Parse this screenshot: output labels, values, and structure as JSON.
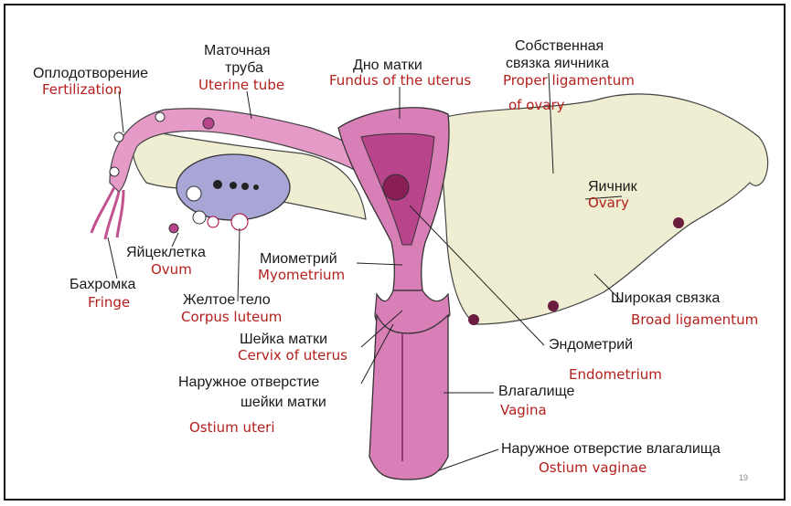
{
  "labels": {
    "fertilization": {
      "ru": "Оплодотворение",
      "en": "Fertilization"
    },
    "uterine_tube": {
      "ru1": "Маточная",
      "ru2": "труба",
      "en": "Uterine tube"
    },
    "fundus": {
      "ru": "Дно матки",
      "en": "Fundus of the uterus"
    },
    "proper_ligament": {
      "ru1": "Собственная",
      "ru2": "связка яичника",
      "en1": "Proper ligamentum",
      "en2": "of ovary"
    },
    "ovary": {
      "ru": "Яичник",
      "en": "Ovary"
    },
    "ovum": {
      "ru": "Яйцеклетка",
      "en": "Ovum"
    },
    "fringe": {
      "ru": "Бахромка",
      "en": "Fringe"
    },
    "myometrium": {
      "ru": "Миометрий",
      "en": "Myometrium"
    },
    "corpus_luteum": {
      "ru": "Желтое тело",
      "en": "Corpus luteum"
    },
    "cervix": {
      "ru": "Шейка матки",
      "en": "Cervix of uterus"
    },
    "broad_ligament": {
      "ru": "Широкая связка",
      "en": "Broad ligamentum"
    },
    "endometrium": {
      "ru": "Эндометрий",
      "en": "Endometrium"
    },
    "ostium_uteri": {
      "ru1": "Наружное отверстие",
      "ru2": "шейки матки",
      "en": "Ostium uteri"
    },
    "vagina": {
      "ru": "Влагалище",
      "en": "Vagina"
    },
    "ostium_vaginae": {
      "ru": "Наружное отверстие влагалища",
      "en": "Ostium vaginae"
    }
  },
  "page_number": "19",
  "colors": {
    "uterus": "#d97fb8",
    "uterus_dark": "#b8458c",
    "ligament": "#efeed2",
    "ovary": "#a7a6d6",
    "english_label": "#b3201d"
  }
}
